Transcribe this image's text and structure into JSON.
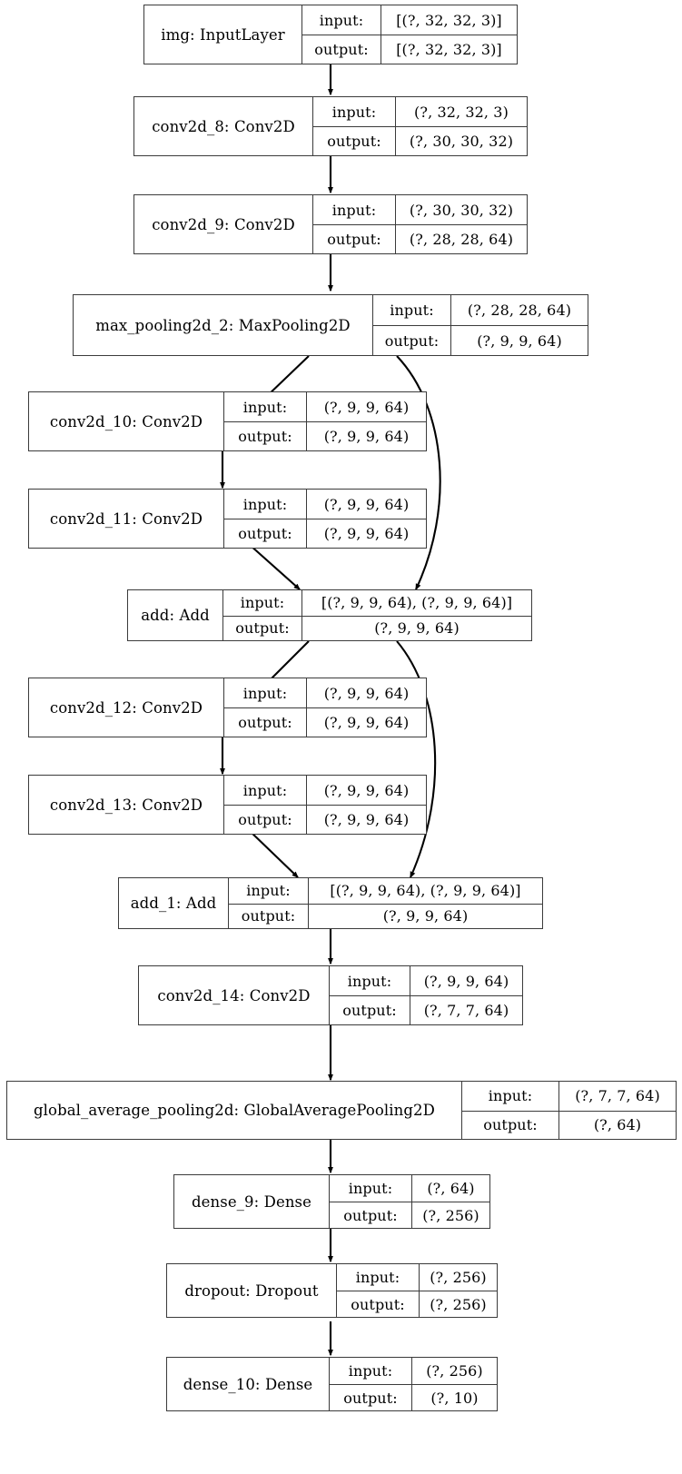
{
  "diagram": {
    "title": "Keras model architecture graph",
    "type": "layered-neural-network-graph",
    "io_labels": {
      "input": "input:",
      "output": "output:"
    },
    "style": {
      "background": "#ffffff",
      "box_border": "#3b3b3b",
      "edge_color": "#000000",
      "text_color": "#000000"
    },
    "nodes": [
      {
        "id": "img",
        "label": "img: InputLayer",
        "input": "[(?, 32, 32, 3)]",
        "output": "[(?, 32, 32, 3)]"
      },
      {
        "id": "conv2d_8",
        "label": "conv2d_8: Conv2D",
        "input": "(?, 32, 32, 3)",
        "output": "(?, 30, 30, 32)"
      },
      {
        "id": "conv2d_9",
        "label": "conv2d_9: Conv2D",
        "input": "(?, 30, 30, 32)",
        "output": "(?, 28, 28, 64)"
      },
      {
        "id": "max_pooling2d_2",
        "label": "max_pooling2d_2: MaxPooling2D",
        "input": "(?, 28, 28, 64)",
        "output": "(?, 9, 9, 64)"
      },
      {
        "id": "conv2d_10",
        "label": "conv2d_10: Conv2D",
        "input": "(?, 9, 9, 64)",
        "output": "(?, 9, 9, 64)"
      },
      {
        "id": "conv2d_11",
        "label": "conv2d_11: Conv2D",
        "input": "(?, 9, 9, 64)",
        "output": "(?, 9, 9, 64)"
      },
      {
        "id": "add",
        "label": "add: Add",
        "input": "[(?, 9, 9, 64), (?, 9, 9, 64)]",
        "output": "(?, 9, 9, 64)"
      },
      {
        "id": "conv2d_12",
        "label": "conv2d_12: Conv2D",
        "input": "(?, 9, 9, 64)",
        "output": "(?, 9, 9, 64)"
      },
      {
        "id": "conv2d_13",
        "label": "conv2d_13: Conv2D",
        "input": "(?, 9, 9, 64)",
        "output": "(?, 9, 9, 64)"
      },
      {
        "id": "add_1",
        "label": "add_1: Add",
        "input": "[(?, 9, 9, 64), (?, 9, 9, 64)]",
        "output": "(?, 9, 9, 64)"
      },
      {
        "id": "conv2d_14",
        "label": "conv2d_14: Conv2D",
        "input": "(?, 9, 9, 64)",
        "output": "(?, 7, 7, 64)"
      },
      {
        "id": "global_average_pooling2d",
        "label": "global_average_pooling2d: GlobalAveragePooling2D",
        "input": "(?, 7, 7, 64)",
        "output": "(?, 64)"
      },
      {
        "id": "dense_9",
        "label": "dense_9: Dense",
        "input": "(?, 64)",
        "output": "(?, 256)"
      },
      {
        "id": "dropout",
        "label": "dropout: Dropout",
        "input": "(?, 256)",
        "output": "(?, 256)"
      },
      {
        "id": "dense_10",
        "label": "dense_10: Dense",
        "input": "(?, 256)",
        "output": "(?, 10)"
      }
    ],
    "edges": [
      {
        "from": "img",
        "to": "conv2d_8"
      },
      {
        "from": "conv2d_8",
        "to": "conv2d_9"
      },
      {
        "from": "conv2d_9",
        "to": "max_pooling2d_2"
      },
      {
        "from": "max_pooling2d_2",
        "to": "conv2d_10"
      },
      {
        "from": "max_pooling2d_2",
        "to": "add"
      },
      {
        "from": "conv2d_10",
        "to": "conv2d_11"
      },
      {
        "from": "conv2d_11",
        "to": "add"
      },
      {
        "from": "add",
        "to": "conv2d_12"
      },
      {
        "from": "add",
        "to": "add_1"
      },
      {
        "from": "conv2d_12",
        "to": "conv2d_13"
      },
      {
        "from": "conv2d_13",
        "to": "add_1"
      },
      {
        "from": "add_1",
        "to": "conv2d_14"
      },
      {
        "from": "conv2d_14",
        "to": "global_average_pooling2d"
      },
      {
        "from": "global_average_pooling2d",
        "to": "dense_9"
      },
      {
        "from": "dense_9",
        "to": "dropout"
      },
      {
        "from": "dropout",
        "to": "dense_10"
      }
    ]
  }
}
